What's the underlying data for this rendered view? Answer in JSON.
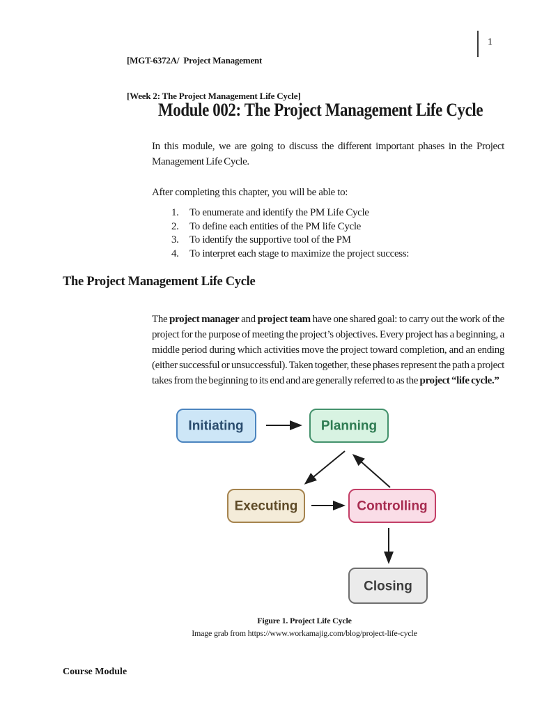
{
  "header": {
    "line1": "[MGT-6372A/  Project Management",
    "line2": "[Week 2: The Project Management Life Cycle]",
    "page_number": "1"
  },
  "title": "Module 002: The Project Management Life Cycle",
  "intro": "In this module, we are going to discuss the different important phases in the Project Management Life Cycle.",
  "objectives": {
    "lead": "After completing this chapter, you will be able to:",
    "items": [
      {
        "num": "1.",
        "text": "To enumerate and identify the PM Life Cycle"
      },
      {
        "num": "2.",
        "text": "To define each entities of the PM life Cycle"
      },
      {
        "num": "3.",
        "text": "To identify the supportive tool of the PM"
      },
      {
        "num": "4.",
        "text": "To interpret each stage to maximize the project success:"
      }
    ]
  },
  "section": {
    "heading": "The Project Management Life Cycle",
    "para": [
      "The ",
      "project manager",
      " and ",
      "project team",
      " have one shared goal: to carry out the work of the project for the purpose of meeting the project’s objectives. Every project has a beginning, a middle period during which activities move the project toward completion, and an ending (either successful or unsuccessful). Taken together, these phases represent the path a project takes from the beginning to its end and are generally referred to as the ",
      "project “life cycle.”"
    ]
  },
  "diagram": {
    "arrow_color": "#1c1c1c",
    "nodes": [
      {
        "label": "Initiating",
        "fill": "#cde6f7",
        "stroke": "#4b84bf",
        "text": "#2a4c6e"
      },
      {
        "label": "Planning",
        "fill": "#d8f3e2",
        "stroke": "#44926c",
        "text": "#2e7b52"
      },
      {
        "label": "Executing",
        "fill": "#f4ecd9",
        "stroke": "#a5834e",
        "text": "#5d4a27"
      },
      {
        "label": "Controlling",
        "fill": "#fadde7",
        "stroke": "#c33f67",
        "text": "#a72c50"
      },
      {
        "label": "Closing",
        "fill": "#ebebeb",
        "stroke": "#6f6f6f",
        "text": "#3d3d3d"
      }
    ],
    "edges": [
      {
        "from": "Initiating",
        "to": "Planning"
      },
      {
        "from": "Planning",
        "to": "Executing"
      },
      {
        "from": "Executing",
        "to": "Controlling"
      },
      {
        "from": "Controlling",
        "to": "Planning"
      },
      {
        "from": "Controlling",
        "to": "Closing"
      }
    ]
  },
  "figure": {
    "caption": "Figure 1. Project Life Cycle",
    "credit": "Image grab from https://www.workamajig.com/blog/project-life-cycle"
  },
  "footer": "Course Module"
}
